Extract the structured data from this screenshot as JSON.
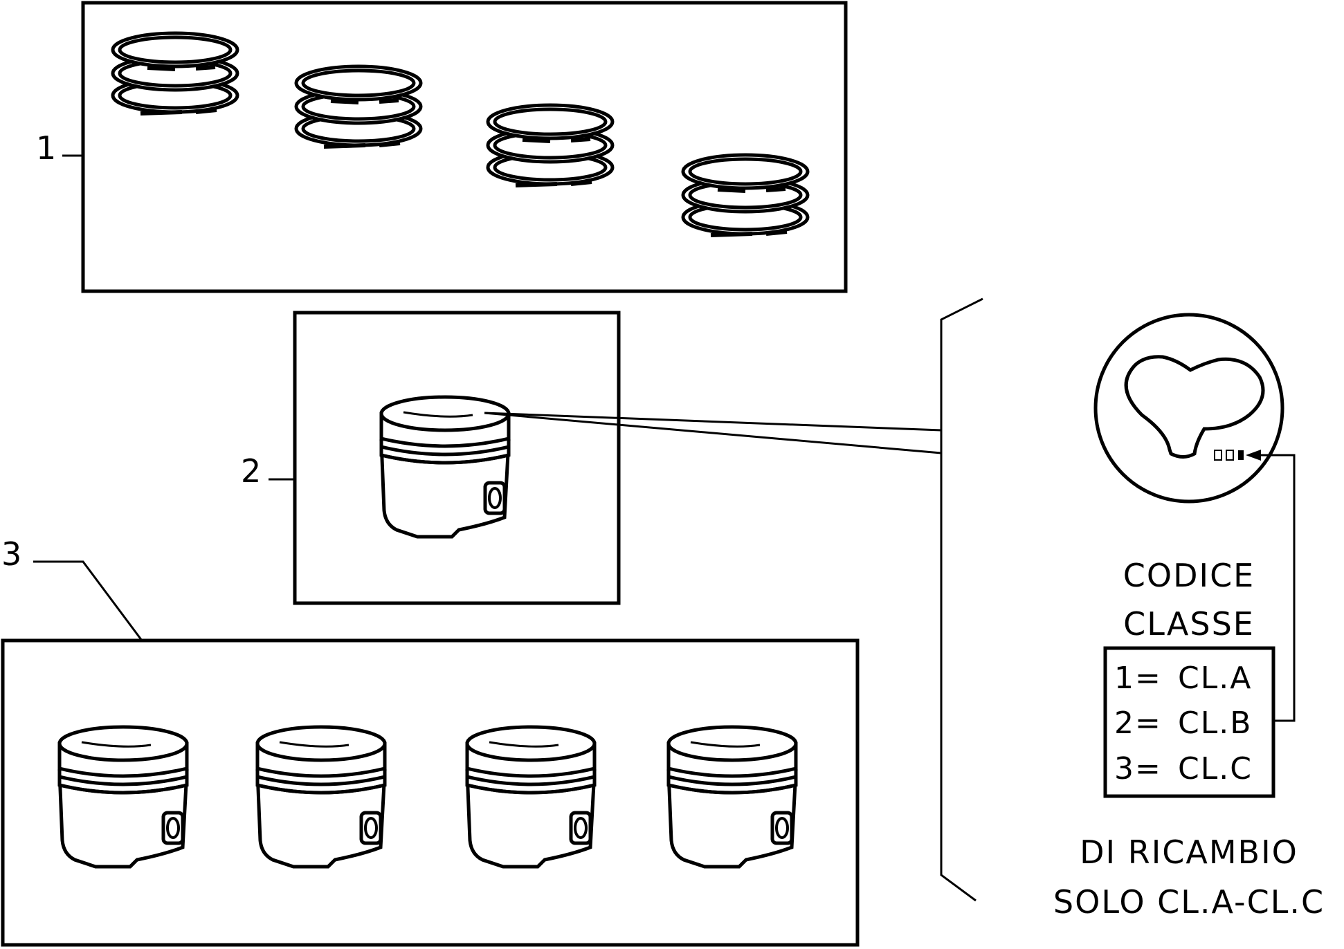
{
  "callouts": {
    "item1": "1",
    "item2": "2",
    "item3": "3"
  },
  "class_code": {
    "title_line1": "CODICE",
    "title_line2": "CLASSE",
    "rows": [
      {
        "num": "1=",
        "cls": "CL.A"
      },
      {
        "num": "2=",
        "cls": "CL.B"
      },
      {
        "num": "3=",
        "cls": "CL.C"
      }
    ]
  },
  "spare_note": {
    "line1": "DI RICAMBIO",
    "line2": "SOLO CL.A-CL.C"
  }
}
